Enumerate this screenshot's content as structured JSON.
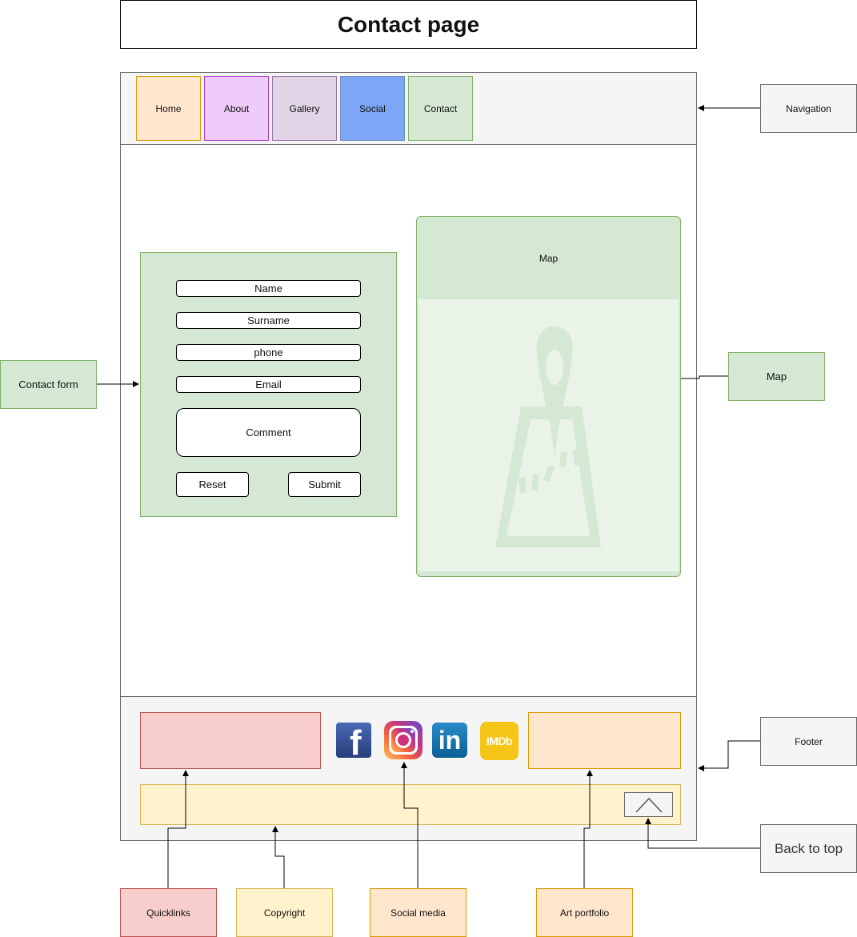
{
  "title": "Contact page",
  "nav": {
    "items": [
      {
        "label": "Home",
        "fill": "#ffe6cc",
        "stroke": "#d79b00"
      },
      {
        "label": "About",
        "fill": "#efcbf9",
        "stroke": "#b03ccd"
      },
      {
        "label": "Gallery",
        "fill": "#e1d5e7",
        "stroke": "#9673a6"
      },
      {
        "label": "Social",
        "fill": "#7ea6f7",
        "stroke": "#6c8ebf"
      },
      {
        "label": "Contact",
        "fill": "#d5e8d4",
        "stroke": "#82b366"
      }
    ]
  },
  "form": {
    "fields": [
      "Name",
      "Surname",
      "phone",
      "Email"
    ],
    "comment": "Comment",
    "reset": "Reset",
    "submit": "Submit"
  },
  "map": {
    "header": "Map",
    "icon": "map-pin-icon"
  },
  "footer": {
    "social_icons": [
      "facebook-icon",
      "instagram-icon",
      "linkedin-icon",
      "imdb-icon"
    ],
    "imdb_text": "IMDb",
    "linkedin_text": "in",
    "facebook_text": "f",
    "back_to_top_icon": "chevron-up-icon"
  },
  "annotations": {
    "navigation": "Navigation",
    "contact_form": "Contact form",
    "map": "Map",
    "footer": "Footer",
    "back_to_top": "Back to top",
    "quicklinks": "Quicklinks",
    "copyright": "Copyright",
    "social_media": "Social media",
    "art_portfolio": "Art portfolio"
  },
  "colors": {
    "green_fill": "#d5e8d4",
    "green_stroke": "#82b366",
    "red_fill": "#f8cecc",
    "red_stroke": "#b85450",
    "orange_fill": "#ffe6cc",
    "orange_stroke": "#d79b00",
    "yellow_fill": "#fff2cc",
    "yellow_stroke": "#d6b656",
    "gray_fill": "#f5f5f5",
    "gray_stroke": "#666666"
  }
}
